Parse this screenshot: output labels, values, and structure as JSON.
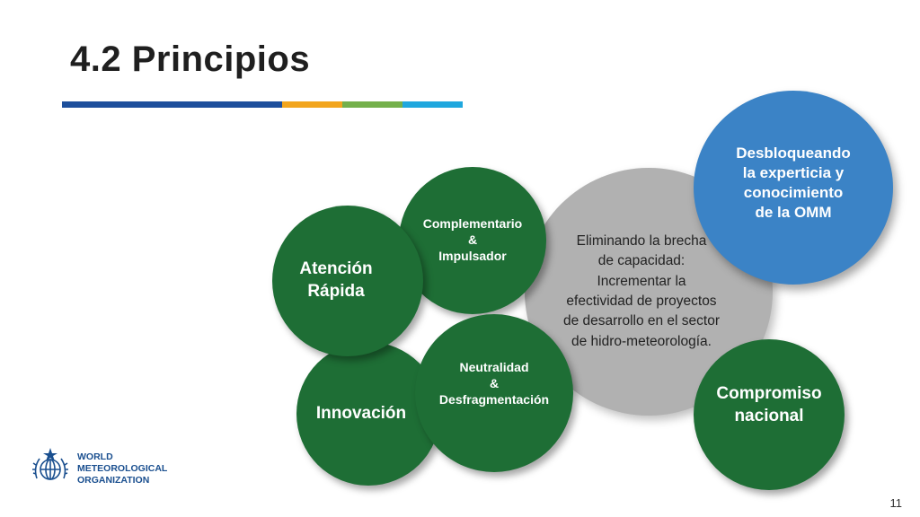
{
  "slide": {
    "title": "4.2 Principios",
    "page_number": "11"
  },
  "colors": {
    "bar_blue": "#1d4f9c",
    "bar_orange": "#f2a51d",
    "bar_green": "#74b04b",
    "bar_cyan": "#1fa7de",
    "green": "#1e6e35",
    "gray": "#b1b1b1",
    "blue": "#3b83c6"
  },
  "diagram": {
    "center": "Eliminando la brecha\nde capacidad:\nIncrementar la\nefectividad de proyectos\nde desarrollo en el sector\nde hidro-meteorología.",
    "complementario": "Complementario\n&\nImpulsador",
    "atencion": "Atención\nRápida",
    "innovacion": "Innovación",
    "neutralidad": "Neutralidad\n&\nDesfragmentación",
    "desbloqueando": "Desbloqueando\nla experticia y\nconocimiento\nde la OMM",
    "compromiso": "Compromiso\nnacional"
  },
  "logo": {
    "line1": "WORLD",
    "line2": "METEOROLOGICAL",
    "line3": "ORGANIZATION"
  }
}
